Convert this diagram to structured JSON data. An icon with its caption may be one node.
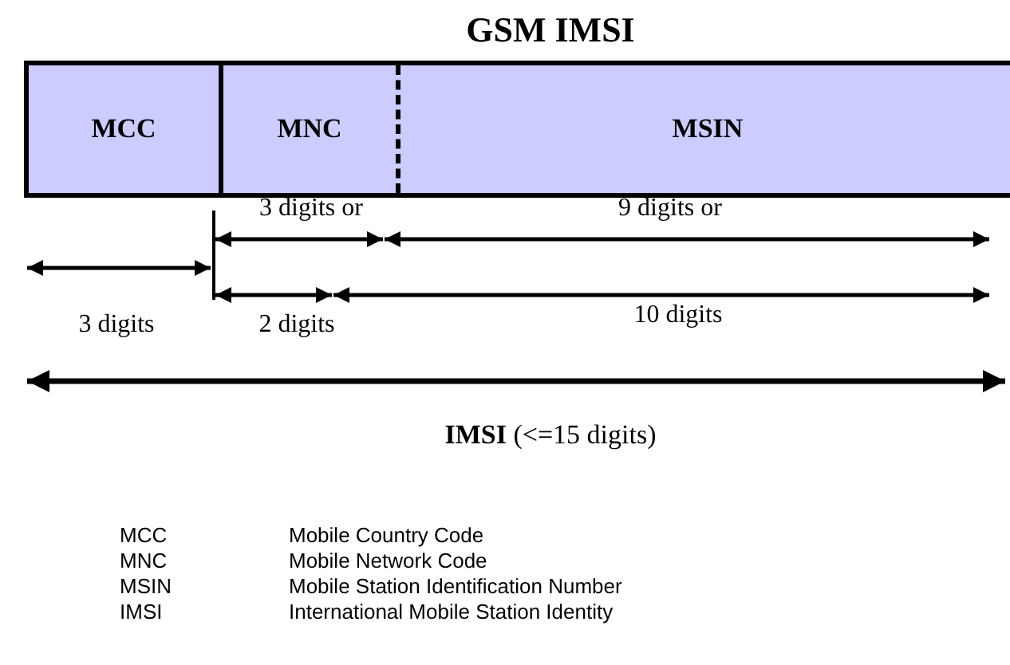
{
  "diagram": {
    "title": "GSM IMSI",
    "nodes": [
      {
        "text": [
          "MCC"
        ]
      },
      {
        "text": [
          "MNC"
        ]
      },
      {
        "text": [
          "MSIN"
        ]
      }
    ],
    "labels": [
      "3 digits or",
      "9 digits or",
      "3 digits",
      "2 digits",
      "10 digits",
      "**IMSI** (<=15 digits)",
      "MCC",
      "Mobile Country Code",
      "MNC",
      "Mobile Network Code",
      "MSIN",
      "Mobile Station Identification Number",
      "IMSI",
      "International Mobile Station Identity"
    ]
  }
}
